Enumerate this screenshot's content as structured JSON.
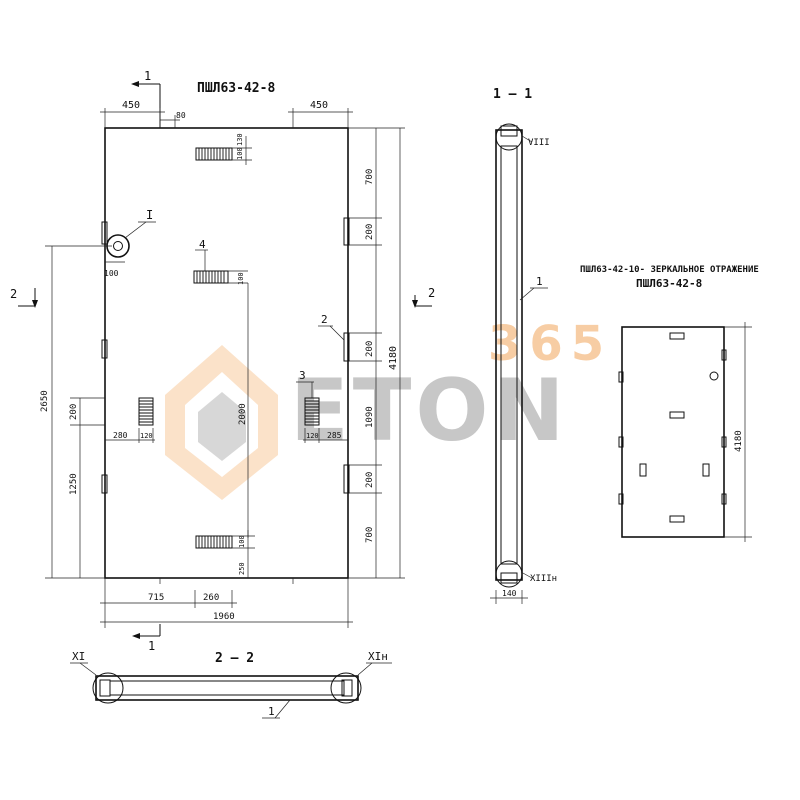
{
  "front": {
    "title": "ПШЛ63-42-8",
    "section_mark_top": "1",
    "section_mark_bottom": "1",
    "section_mark_left": "2",
    "section_mark_right": "2",
    "dim_left_450": "450",
    "dim_right_450": "450",
    "dim_80": "80",
    "dim_100a": "100",
    "dim_130": "130",
    "dim_700_top": "700",
    "dim_200_a": "200",
    "dim_200_b": "200",
    "dim_1090": "1090",
    "dim_200_c": "200",
    "dim_700_bottom": "700",
    "dim_4180": "4180",
    "dim_2650": "2650",
    "dim_200_left": "200",
    "dim_1250": "1250",
    "dim_100_hole": "100",
    "dim_100_mid": "100",
    "dim_2000": "2000",
    "dim_280": "280",
    "dim_120_left": "120",
    "dim_120_right": "120",
    "dim_285": "285",
    "dim_100_low": "100",
    "dim_250": "250",
    "dim_715": "715",
    "dim_260": "260",
    "dim_1960": "1960",
    "callout_I": "I",
    "callout_4": "4",
    "callout_2": "2",
    "callout_3": "3"
  },
  "section_1_1": {
    "title": "1 – 1",
    "callout_VIII": "VIII",
    "callout_XIIIH": "XIIIн",
    "callout_1": "1",
    "dim_140": "140"
  },
  "section_2_2": {
    "title": "2 – 2",
    "callout_XI": "XI",
    "callout_XIH": "XIн",
    "callout_1": "1"
  },
  "mirror": {
    "line1": "ПШЛ63-42-10- ЗЕРКАЛЬНОЕ ОТРАЖЕНИЕ",
    "line2": "ПШЛ63-42-8",
    "dim_4180": "4180"
  },
  "watermark": {
    "brand": "ETON",
    "number": "365",
    "brand_color": "#9a9a9a",
    "accent_color": "#f2a65a"
  }
}
